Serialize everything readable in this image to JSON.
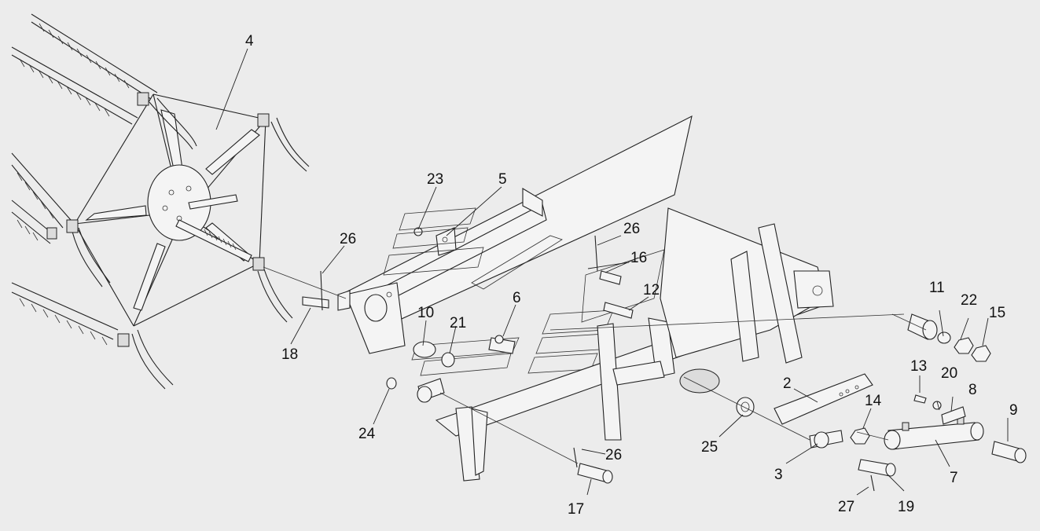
{
  "diagram": {
    "background_color": "#ececec",
    "line_color": "#222222",
    "callouts": [
      {
        "id": "c4",
        "label": "4"
      },
      {
        "id": "c23",
        "label": "23"
      },
      {
        "id": "c5",
        "label": "5"
      },
      {
        "id": "c26a",
        "label": "26"
      },
      {
        "id": "c26b",
        "label": "26"
      },
      {
        "id": "c16",
        "label": "16"
      },
      {
        "id": "c12",
        "label": "12"
      },
      {
        "id": "c6",
        "label": "6"
      },
      {
        "id": "c10",
        "label": "10"
      },
      {
        "id": "c21",
        "label": "21"
      },
      {
        "id": "c18",
        "label": "18"
      },
      {
        "id": "c24",
        "label": "24"
      },
      {
        "id": "c11",
        "label": "11"
      },
      {
        "id": "c22",
        "label": "22"
      },
      {
        "id": "c15",
        "label": "15"
      },
      {
        "id": "c13",
        "label": "13"
      },
      {
        "id": "c20",
        "label": "20"
      },
      {
        "id": "c8",
        "label": "8"
      },
      {
        "id": "c2",
        "label": "2"
      },
      {
        "id": "c14",
        "label": "14"
      },
      {
        "id": "c9",
        "label": "9"
      },
      {
        "id": "c25",
        "label": "25"
      },
      {
        "id": "c3",
        "label": "3"
      },
      {
        "id": "c7",
        "label": "7"
      },
      {
        "id": "c26c",
        "label": "26"
      },
      {
        "id": "c17",
        "label": "17"
      },
      {
        "id": "c27",
        "label": "27"
      },
      {
        "id": "c19",
        "label": "19"
      }
    ]
  }
}
